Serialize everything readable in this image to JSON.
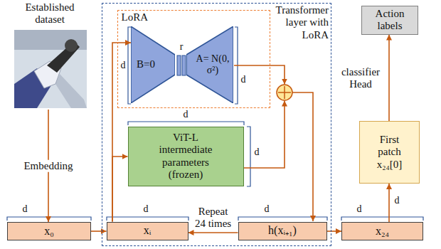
{
  "diagram": {
    "nodes": [
      {
        "text": [
          "Established dataset"
        ]
      },
      {
        "text": [
          "x₀"
        ]
      },
      {
        "text": [
          "Transformer layer with LoRA"
        ]
      },
      {
        "text": [
          "LoRA"
        ],
        "in": 2
      },
      {
        "text": [
          "B=0"
        ],
        "in": 3
      },
      {
        "text": [
          "A= N(0, σ²)"
        ],
        "in": 3
      },
      {
        "text": [
          "ViT-L intermediate parameters (frozen)"
        ],
        "in": 2
      },
      {
        "text": [
          "xᵢ"
        ],
        "in": 2
      },
      {
        "text": [
          "h(xᵢ₊₁)"
        ],
        "in": 2
      },
      {
        "text": [
          "Action labels"
        ]
      },
      {
        "text": [
          "First patch x₂₄[0]"
        ]
      },
      {
        "text": [
          "x₂₄"
        ]
      }
    ],
    "edges": [
      {
        "from": 0,
        "to": 1,
        "label": "Embedding",
        "arrow": "to"
      },
      {
        "from": 1,
        "to": 7,
        "arrow": "to"
      },
      {
        "from": 7,
        "to": 4,
        "arrow": "to"
      },
      {
        "from": 7,
        "to": 6,
        "arrow": "to"
      },
      {
        "from": 8,
        "to": 7,
        "label": "Repeat 24 times",
        "arrow": "to"
      },
      {
        "from": 8,
        "to": 11,
        "arrow": "to"
      },
      {
        "from": 11,
        "to": 10,
        "arrow": "to"
      },
      {
        "from": 10,
        "to": 9,
        "label": "classifier Head",
        "arrow": "to"
      }
    ],
    "labels": [
      "d",
      "r",
      "d",
      "d",
      "d",
      "d",
      "d",
      "d",
      "d",
      "d"
    ]
  }
}
